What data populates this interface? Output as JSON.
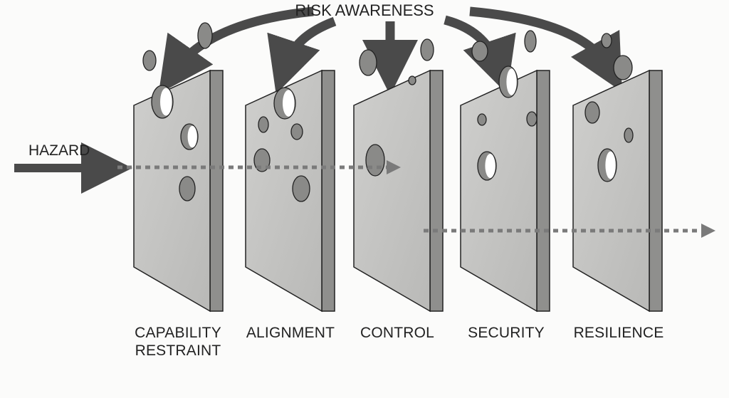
{
  "title": "RISK AWARENESS",
  "hazard_label": "HAZARD",
  "layers": [
    {
      "label_line1": "CAPABILITY",
      "label_line2": "RESTRAINT"
    },
    {
      "label_line1": "ALIGNMENT",
      "label_line2": ""
    },
    {
      "label_line1": "CONTROL",
      "label_line2": ""
    },
    {
      "label_line1": "SECURITY",
      "label_line2": ""
    },
    {
      "label_line1": "RESILIENCE",
      "label_line2": ""
    }
  ],
  "colors": {
    "face": "#c4c4c2",
    "side": "#8f8f8d",
    "hole": "#8a8a88",
    "arrow": "#4a4a4a",
    "dotted": "#7a7a7a"
  }
}
